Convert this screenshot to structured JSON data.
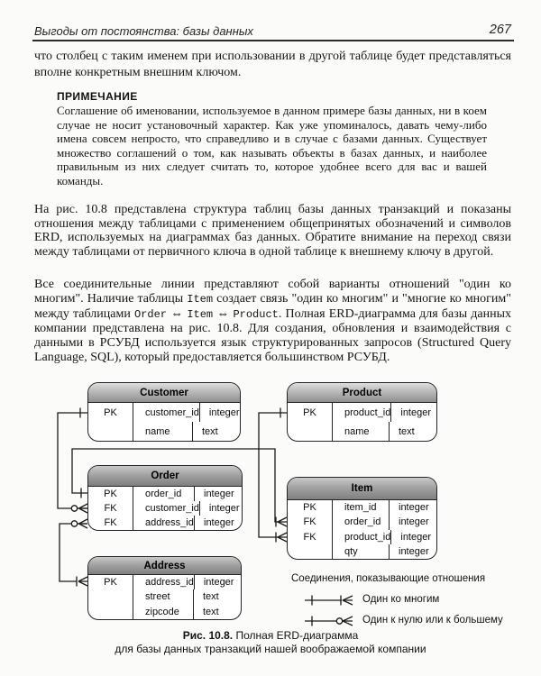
{
  "header": {
    "running_title": "Выгоды от постоянства: базы данных",
    "page_number": "267"
  },
  "paragraph1": "что столбец с таким именем при использовании в другой таблице будет представляться вполне конкретным внешним ключом.",
  "note": {
    "label": "ПРИМЕЧАНИЕ",
    "body": "Соглашение об именовании, используемое в данном примере базы данных, ни в коем случае не носит установочный характер. Как уже упоминалось, давать чему-либо имена совсем непросто, что справедливо и в случае с базами данных. Существует множество соглашений о том, как называть объекты в базах данных, и наиболее правильным из них следует считать то, которое удобнее всего для вас и вашей команды."
  },
  "paragraph2": "На рис. 10.8 представлена структура таблиц базы данных транзакций и показаны отношения между таблицами с применением общепринятых обозначений и символов ERD, используемых на диаграммах баз данных. Обратите внимание на переход связи между таблицами от первичного ключа в одной таблице к внешнему ключу в другой.",
  "paragraph3": {
    "part1": "Все соединительные линии представляют собой варианты отношений \"один ко многим\". Наличие таблицы ",
    "code1": "Item",
    "part2": " создает связь \"один ко многим\" и \"многие ко многим\" между таблицами ",
    "code2": "Order",
    "arrow1": " ⇔ ",
    "code3": "Item",
    "arrow2": " ⇔ ",
    "code4": "Product",
    "part3": ". Полная ERD-диаграмма для базы данных компании представлена на рис. 10.8. Для создания, обновления и взаимодействия с данными в РСУБД используется язык структурированных запросов (Structured Query Language, SQL), который предоставляется большинством РСУБД."
  },
  "diagram": {
    "tables": [
      {
        "name": "Customer",
        "rows": [
          [
            "PK",
            "customer_id",
            "integer"
          ],
          [
            "",
            "name",
            "text"
          ]
        ]
      },
      {
        "name": "Product",
        "rows": [
          [
            "PK",
            "product_id",
            "integer"
          ],
          [
            "",
            "name",
            "text"
          ]
        ]
      },
      {
        "name": "Order",
        "rows": [
          [
            "PK",
            "order_id",
            "integer"
          ],
          [
            "FK",
            "customer_id",
            "integer"
          ],
          [
            "FK",
            "address_id",
            "integer"
          ]
        ]
      },
      {
        "name": "Item",
        "rows": [
          [
            "PK",
            "item_id",
            "integer"
          ],
          [
            "FK",
            "order_id",
            "integer"
          ],
          [
            "FK",
            "product_id",
            "integer"
          ],
          [
            "",
            "qty",
            "integer"
          ]
        ]
      },
      {
        "name": "Address",
        "rows": [
          [
            "PK",
            "address_id",
            "integer"
          ],
          [
            "",
            "street",
            "text"
          ],
          [
            "",
            "zipcode",
            "text"
          ]
        ]
      }
    ],
    "legend": {
      "title": "Соединения, показывающие отношения",
      "one_to_many": "Один ко многим",
      "one_to_zero_or_more": "Один к нулю или к большему"
    }
  },
  "caption": {
    "figure_label": "Рис. 10.8.",
    "title_rest": " Полная ERD-диаграмма",
    "line2": "для базы данных транзакций нашей воображаемой компании"
  },
  "colors": {
    "line": "#1a1a1a",
    "table_header_top": "#dedede",
    "table_header_bottom": "#8f8f8f"
  }
}
